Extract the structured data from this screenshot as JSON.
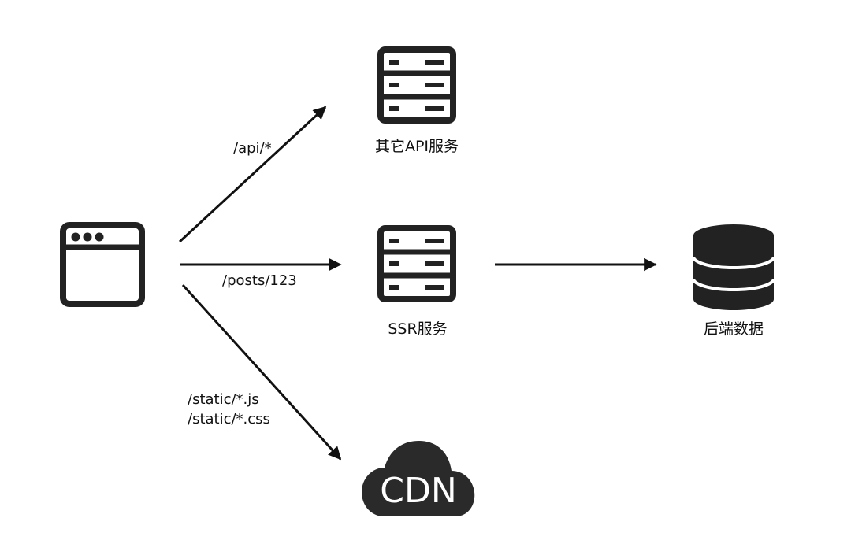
{
  "nodes": {
    "browser": {
      "icon": "browser-window-icon"
    },
    "api_service": {
      "label": "其它API服务",
      "icon": "server-rack-icon"
    },
    "ssr_service": {
      "label": "SSR服务",
      "icon": "server-rack-icon"
    },
    "backend_data": {
      "label": "后端数据",
      "icon": "database-icon"
    },
    "cdn": {
      "label": "CDN",
      "icon": "cloud-icon"
    }
  },
  "edges": {
    "to_api": {
      "label": "/api/*"
    },
    "to_ssr": {
      "label": "/posts/123"
    },
    "to_cdn": {
      "label_line1": "/static/*.js",
      "label_line2": "/static/*.css"
    },
    "ssr_to_data": {
      "label": ""
    }
  },
  "colors": {
    "ink": "#111111",
    "icon_fill": "#222222",
    "background": "#ffffff"
  }
}
